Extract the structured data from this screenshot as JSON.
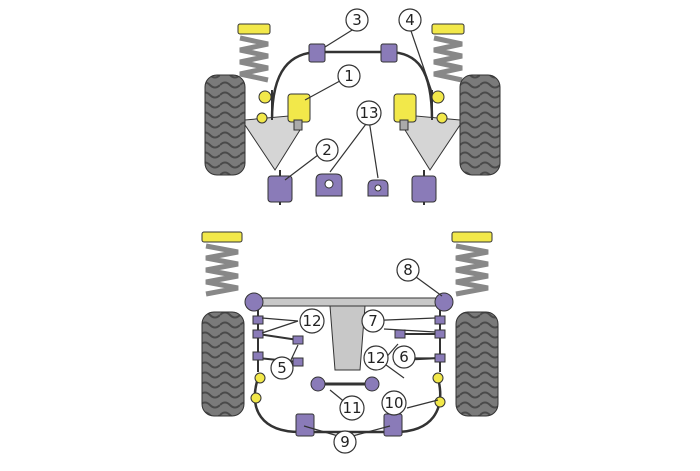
{
  "callouts": [
    {
      "id": "c1",
      "label": "1"
    },
    {
      "id": "c2",
      "label": "2"
    },
    {
      "id": "c3",
      "label": "3"
    },
    {
      "id": "c4",
      "label": "4"
    },
    {
      "id": "c13",
      "label": "13"
    },
    {
      "id": "c8",
      "label": "8"
    },
    {
      "id": "c12a",
      "label": "12"
    },
    {
      "id": "c7",
      "label": "7"
    },
    {
      "id": "c5",
      "label": "5"
    },
    {
      "id": "c12b",
      "label": "12"
    },
    {
      "id": "c6",
      "label": "6"
    },
    {
      "id": "c11",
      "label": "11"
    },
    {
      "id": "c10",
      "label": "10"
    },
    {
      "id": "c9",
      "label": "9"
    }
  ],
  "colors": {
    "polyurethane_yellow": "#f2e84a",
    "polyurethane_purple": "#8a7bb8",
    "tyre_grey": "#6e6e6e",
    "metal_grey": "#c8c8c8",
    "outline": "#333333"
  }
}
